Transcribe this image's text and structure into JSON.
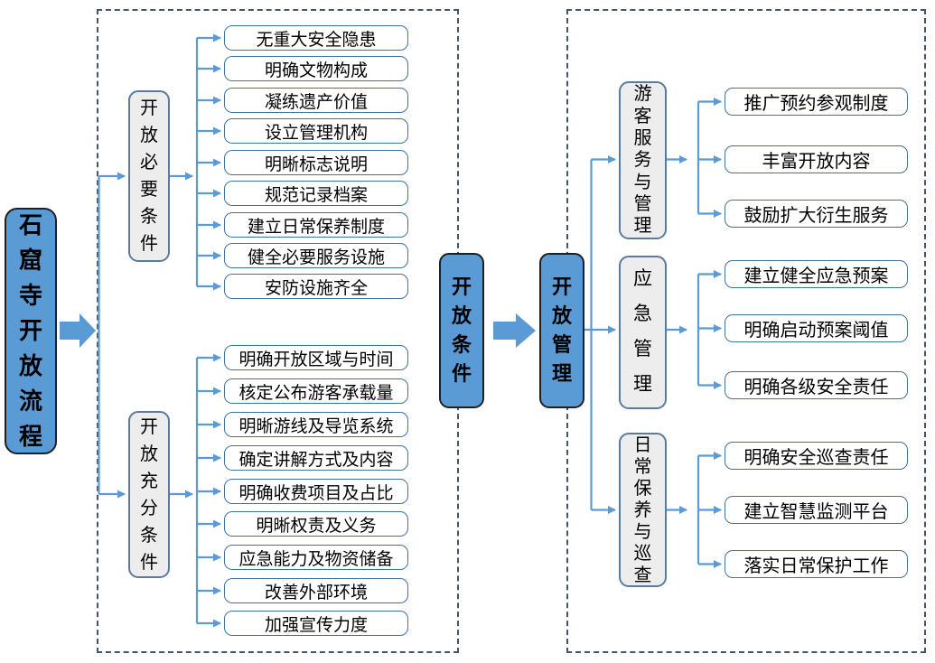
{
  "colors": {
    "blue_fill": "#5B9BD5",
    "blue_border": "#1f1f1f",
    "gray_fill": "#ededed",
    "gray_border": "#5a7b9e",
    "item_border": "#41719C",
    "connector": "#5B9BD5",
    "dashed_border": "#44546A",
    "text": "#000000",
    "background": "#ffffff"
  },
  "root_node": {
    "label": "石窟寺开放流程"
  },
  "middle": {
    "condition": "开放条件",
    "management": "开放管理"
  },
  "left_panel": {
    "groups": [
      {
        "label": "开放必要条件",
        "items": [
          "无重大安全隐患",
          "明确文物构成",
          "凝练遗产价值",
          "设立管理机构",
          "明晰标志说明",
          "规范记录档案",
          "建立日常保养制度",
          "健全必要服务设施",
          "安防设施齐全"
        ]
      },
      {
        "label": "开放充分条件",
        "items": [
          "明确开放区域与时间",
          "核定公布游客承载量",
          "明晰游线及导览系统",
          "确定讲解方式及内容",
          "明确收费项目及占比",
          "明晰权责及义务",
          "应急能力及物资储备",
          "改善外部环境",
          "加强宣传力度"
        ]
      }
    ]
  },
  "right_panel": {
    "groups": [
      {
        "label": "游客服务与管理",
        "items": [
          "推广预约参观制度",
          "丰富开放内容",
          "鼓励扩大衍生服务"
        ]
      },
      {
        "label": "应急管理",
        "items": [
          "建立健全应急预案",
          "明确启动预案阈值",
          "明确各级安全责任"
        ]
      },
      {
        "label": "日常保养与巡查",
        "items": [
          "明确安全巡查责任",
          "建立智慧监测平台",
          "落实日常保护工作"
        ]
      }
    ]
  }
}
